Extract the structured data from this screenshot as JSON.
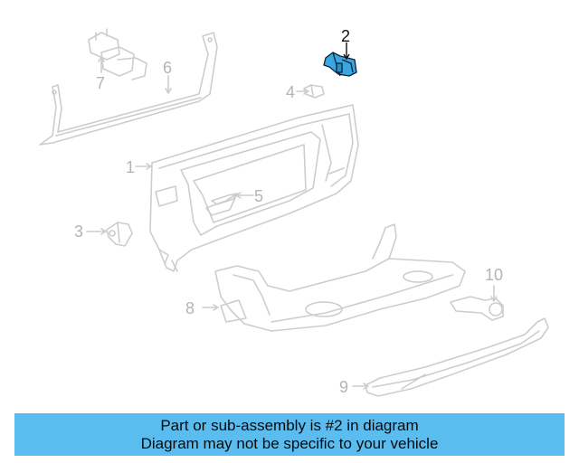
{
  "diagram": {
    "callouts": [
      "1",
      "2",
      "3",
      "4",
      "5",
      "6",
      "7",
      "8",
      "9",
      "10"
    ],
    "highlight_part": "2",
    "colors": {
      "highlight_fill": "#3aa7e0",
      "highlight_stroke": "#0a1f3a",
      "part_line": "#cfcfcf",
      "label": "#b4b4b4",
      "active_label": "#111111"
    }
  },
  "banner": {
    "line1": "Part or sub-assembly is #2 in diagram",
    "line2": "Diagram may not be specific to your vehicle",
    "background": "#5bbcf0"
  }
}
